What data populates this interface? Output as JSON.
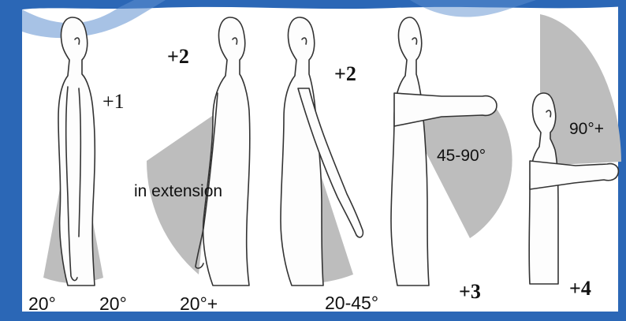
{
  "colors": {
    "frame_blue": "#2b67b6",
    "sector_gray": "#bdbdbd",
    "text": "#111111"
  },
  "panels": [
    {
      "score": "+1",
      "angle_labels": [
        "20°",
        "20°"
      ]
    },
    {
      "score": "+2",
      "angle_labels": [
        "in extension",
        "20°+"
      ]
    },
    {
      "score": "+2",
      "angle_labels": [
        "20-45°"
      ]
    },
    {
      "score": "+3",
      "angle_labels": [
        "45-90°"
      ]
    },
    {
      "score": "+4",
      "angle_labels": [
        "90°+"
      ]
    }
  ]
}
